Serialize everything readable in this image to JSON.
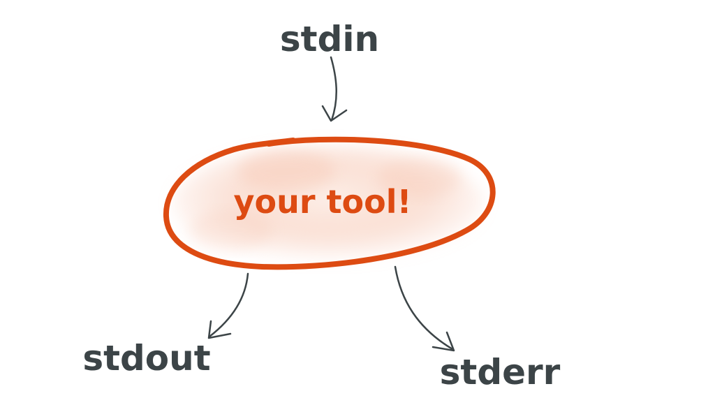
{
  "diagram": {
    "input_label": "stdin",
    "tool_label": "your tool!",
    "output_label": "stdout",
    "error_label": "stderr",
    "colors": {
      "ink": "#3c4447",
      "accent": "#dd4b12",
      "fill": "#fbe2d8"
    }
  }
}
